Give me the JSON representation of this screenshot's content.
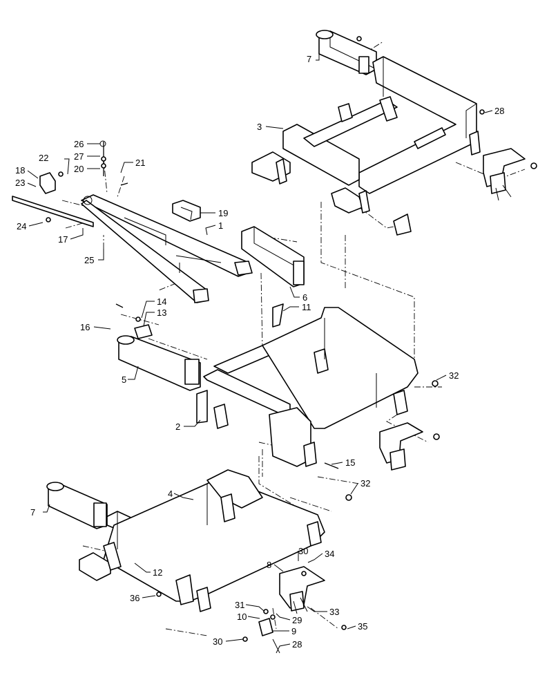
{
  "diagram": {
    "callouts": [
      {
        "id": "c7a",
        "text": "7"
      },
      {
        "id": "c28a",
        "text": "28"
      },
      {
        "id": "c3",
        "text": "3"
      },
      {
        "id": "c26",
        "text": "26"
      },
      {
        "id": "c27",
        "text": "27"
      },
      {
        "id": "c20",
        "text": "20"
      },
      {
        "id": "c21",
        "text": "21"
      },
      {
        "id": "c22",
        "text": "22"
      },
      {
        "id": "c18",
        "text": "18"
      },
      {
        "id": "c23",
        "text": "23"
      },
      {
        "id": "c19",
        "text": "19"
      },
      {
        "id": "c1",
        "text": "1"
      },
      {
        "id": "c24",
        "text": "24"
      },
      {
        "id": "c17",
        "text": "17"
      },
      {
        "id": "c25",
        "text": "25"
      },
      {
        "id": "c6",
        "text": "6"
      },
      {
        "id": "c14",
        "text": "14"
      },
      {
        "id": "c13",
        "text": "13"
      },
      {
        "id": "c11",
        "text": "11"
      },
      {
        "id": "c16",
        "text": "16"
      },
      {
        "id": "c5",
        "text": "5"
      },
      {
        "id": "c32a",
        "text": "32"
      },
      {
        "id": "c2",
        "text": "2"
      },
      {
        "id": "c15",
        "text": "15"
      },
      {
        "id": "c32b",
        "text": "32"
      },
      {
        "id": "c4",
        "text": "4"
      },
      {
        "id": "c7b",
        "text": "7"
      },
      {
        "id": "c12",
        "text": "12"
      },
      {
        "id": "c30a",
        "text": "30"
      },
      {
        "id": "c34",
        "text": "34"
      },
      {
        "id": "c8",
        "text": "8"
      },
      {
        "id": "c36",
        "text": "36"
      },
      {
        "id": "c33",
        "text": "33"
      },
      {
        "id": "c31",
        "text": "31"
      },
      {
        "id": "c10",
        "text": "10"
      },
      {
        "id": "c29",
        "text": "29"
      },
      {
        "id": "c9",
        "text": "9"
      },
      {
        "id": "c35",
        "text": "35"
      },
      {
        "id": "c30b",
        "text": "30"
      },
      {
        "id": "c28b",
        "text": "28"
      }
    ]
  }
}
